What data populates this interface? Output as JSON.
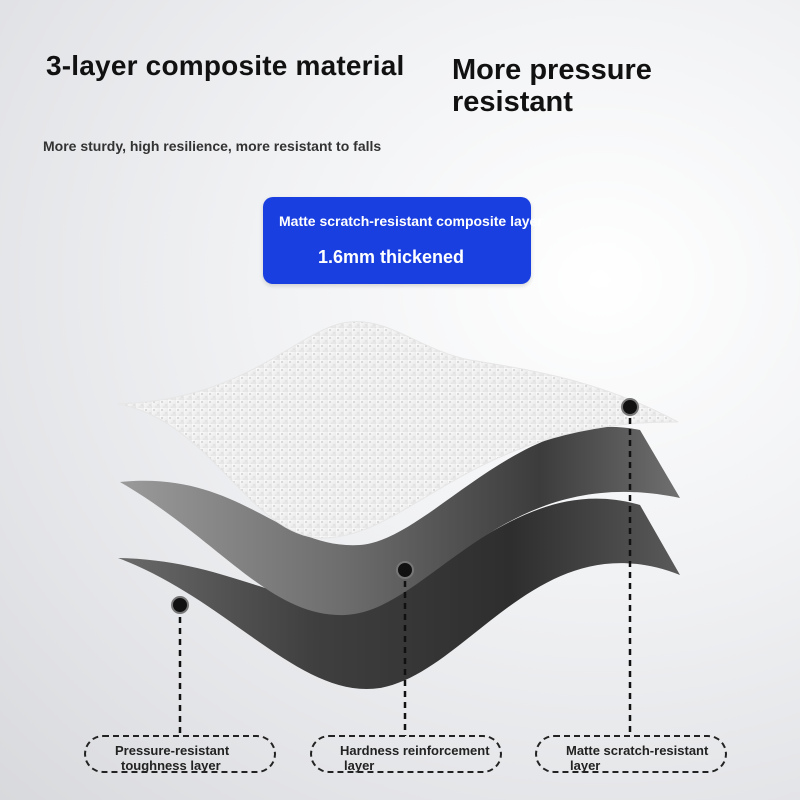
{
  "header": {
    "title_a": "3-layer composite material",
    "title_b": "More pressure resistant",
    "subtitle": "More sturdy, high resilience, more resistant to falls"
  },
  "badge": {
    "line1": "Matte scratch-resistant composite layer",
    "line2": "1.6mm thickened"
  },
  "layers": [
    {
      "line1": "Pressure-resistant",
      "line2": "toughness layer"
    },
    {
      "line1": "Hardness reinforcement",
      "line2": "layer"
    },
    {
      "line1": "Matte scratch-resistant",
      "line2": "layer"
    }
  ],
  "colors": {
    "badge": "#1a3fe0",
    "top_layer": "#f4f4f4",
    "middle_layer": "#8a8a8a",
    "bottom_layer": "#555555"
  }
}
